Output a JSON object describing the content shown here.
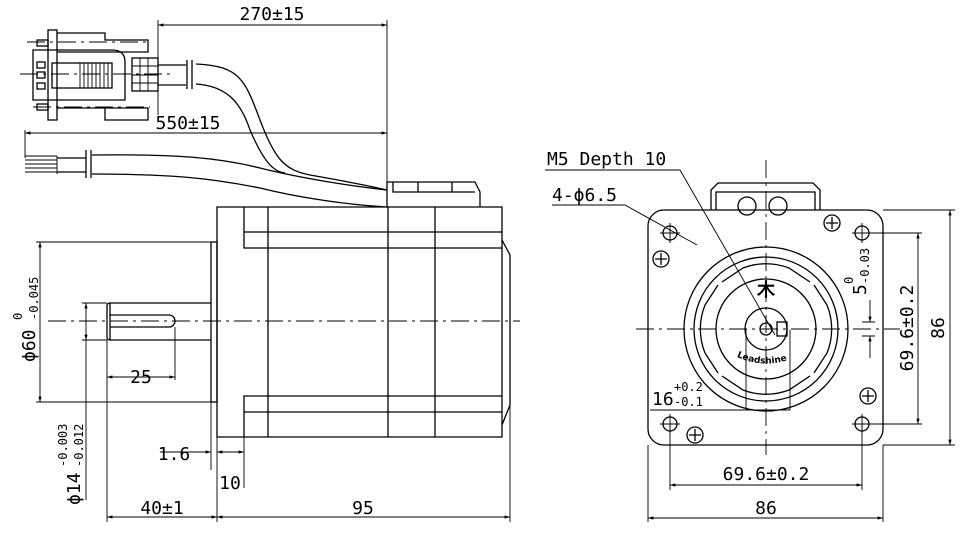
{
  "side_view": {
    "cable_length_connector": "270±15",
    "cable_length_leads": "550±15",
    "flange_diameter": "ϕ60",
    "flange_tol_upper": "0",
    "flange_tol_lower": "-0.045",
    "shaft_diameter": "ϕ14",
    "shaft_tol_upper": "-0.003",
    "shaft_tol_lower": "-0.012",
    "key_length": "25",
    "flange_thickness": "1.6",
    "pilot_length": "10",
    "shaft_length": "40±1",
    "body_length": "95"
  },
  "front_view": {
    "tapped_hole_note": "M5 Depth 10",
    "mount_holes_note": "4-ϕ6.5",
    "key_height": "16",
    "key_height_upper": "+0.2",
    "key_height_lower": "-0.1",
    "key_width": "5",
    "key_width_upper": "0",
    "key_width_lower": "-0.03",
    "hole_spacing_h": "69.6±0.2",
    "hole_spacing_v": "69.6±0.2",
    "width": "86",
    "height": "86",
    "logo_text": "Leadshine"
  }
}
